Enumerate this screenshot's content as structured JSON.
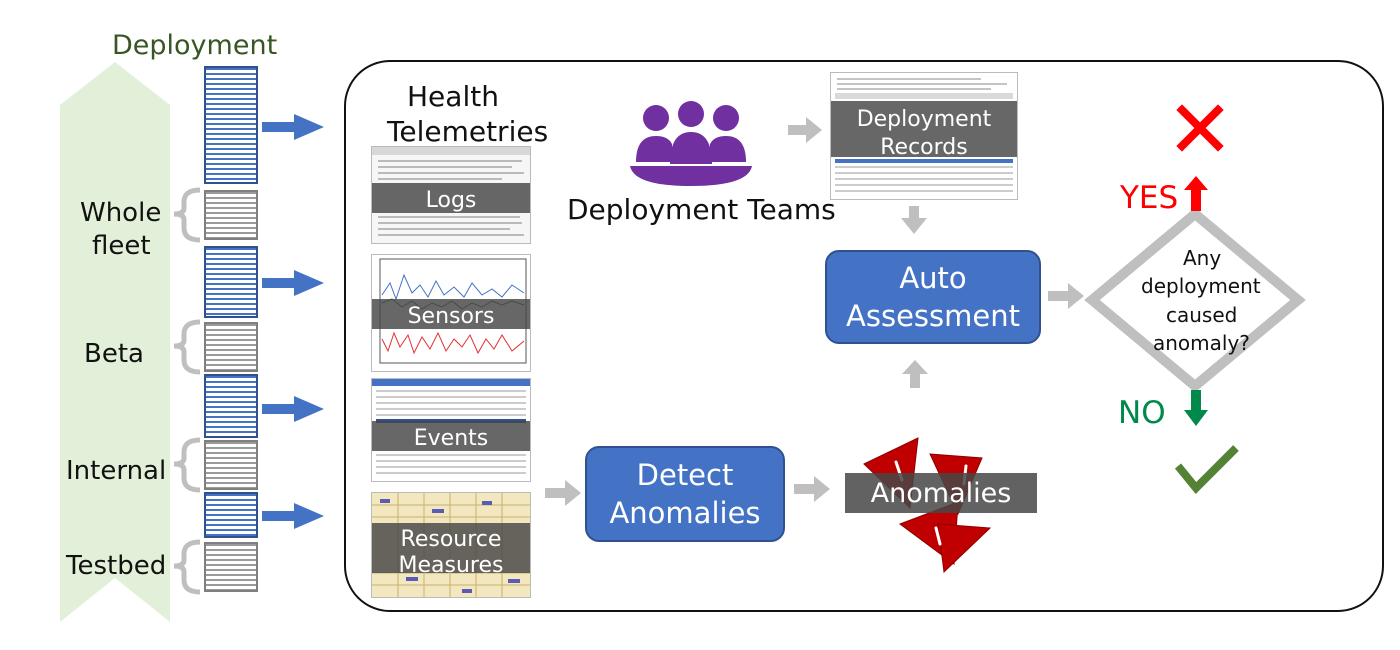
{
  "stages": {
    "deployment": "Deployment",
    "whole_fleet_line1": "Whole",
    "whole_fleet_line2": "fleet",
    "beta": "Beta",
    "internal": "Internal",
    "testbed": "Testbed"
  },
  "telemetry": {
    "title_line1": "Health",
    "title_line2": "Telemetries",
    "logs": "Logs",
    "sensors": "Sensors",
    "events": "Events",
    "resource_line1": "Resource",
    "resource_line2": "Measures"
  },
  "teams": {
    "label": "Deployment Teams"
  },
  "records": {
    "line1": "Deployment",
    "line2": "Records"
  },
  "auto_assessment": {
    "line1": "Auto",
    "line2": "Assessment"
  },
  "detect": {
    "line1": "Detect",
    "line2": "Anomalies"
  },
  "anomalies": {
    "label": "Anomalies"
  },
  "decision": {
    "line1": "Any",
    "line2": "deployment",
    "line3": "caused",
    "line4": "anomaly?",
    "yes": "YES",
    "no": "NO"
  },
  "colors": {
    "accent_blue": "#4472c4",
    "purple": "#7030a0",
    "green_label": "#375623",
    "yes_red": "#ff0000",
    "no_green": "#00894a",
    "check_green": "#548235",
    "stage_arrow": "#e2f0d9",
    "gray_arrow": "#bfbfbf",
    "anomaly_red": "#c00000"
  }
}
